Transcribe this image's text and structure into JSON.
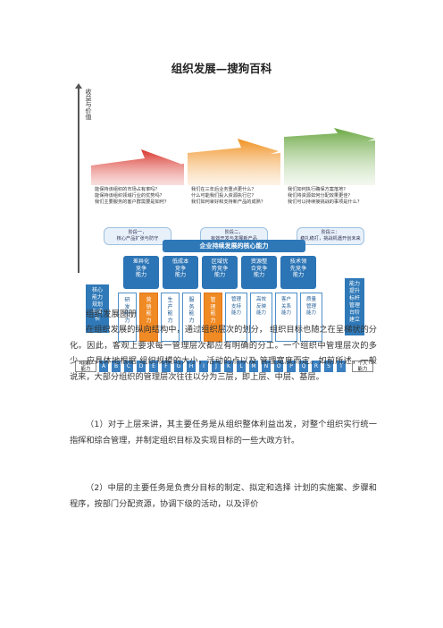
{
  "page_title": "组织发展—搜狗百科",
  "figure": {
    "y_axis_label": "收益与价值",
    "stages": [
      {
        "color": "#d9342b",
        "questions": "能保持该组织的市场占有率吗？\n能保持该组织领域行业的优势吗？\n我们主要服务的客户群需要是如何？",
        "label": "阶段一，\n核心产品扩张与防守"
      },
      {
        "color": "#f0901f",
        "questions": "我们在三年后业务重点更什么？\n什么可能我们投入资源执行它？\n我们如何拿好和支持新产品的成熟？",
        "label": "阶段二，\n有效开发与发展新产品"
      },
      {
        "color": "#6aa842",
        "questions": "我们如何执行确保方案落地？\n我们将资源如何分配效果更佳？\n我们可以持续接挑战的事项是什么？",
        "label": "阶段三：\n稳扎稳打，挑战机遇开创未来"
      }
    ],
    "core_header": "企业持续发展的核心能力",
    "pillars": [
      "差异化\n竞争\n能力",
      "低成本\n竞争\n能力",
      "区域优\n势竞争\n能力",
      "资源整\n合竞争\n能力",
      "技术领\n先竞争\n能力"
    ],
    "left_base": "核心\n能力\n规划\n与成\n长",
    "right_base": "能力\n提升\n标杆\n管理\n台阶\n建立",
    "columns": [
      {
        "text": "研\n发\n能\n力",
        "accent": false
      },
      {
        "text": "营\n销\n能\n力",
        "accent": true
      },
      {
        "text": "生\n产\n能\n力",
        "accent": false
      },
      {
        "text": "服\n务\n能\n力",
        "accent": false
      },
      {
        "text": "管\n理\n能\n力",
        "accent": true
      },
      {
        "text": "管理\n支持\n能力",
        "accent": false
      },
      {
        "text": "高效\n反映\n能力",
        "accent": false
      },
      {
        "text": "客户\n关系\n能力",
        "accent": false
      },
      {
        "text": "质量\n管理\n能力",
        "accent": false
      }
    ],
    "letters": [
      "A",
      "B",
      "C",
      "D",
      "E",
      "F",
      "G",
      "H",
      "I",
      "J",
      "K",
      "L",
      "M",
      "N",
      "O",
      "P",
      "Q",
      "R",
      "S",
      "T"
    ],
    "left_end": "组织\n能力",
    "right_end": "个人\n能力"
  },
  "caption": "组织发展图册",
  "paragraphs": [
    "在组织发展的纵向结构中，通过组织层次的划分， 组织目标也随之在呈梯状的分化。因此，客观上要求每一管理层次都应有明确的分工。一个组织中管理层次的多少，应具体地根据 组织规模的大小，活动的点以及 管理宽度而定。如前所述，一般说来，大部分组织的管理层次往往以分为三层，即上层、中层、基层。",
    "（1）对于上层来讲，其主要任务是从组织整体利益出发，对整个组织实行统一指挥和综合管理，并制定组织目标及实现目标的一些大政方针。",
    "（2）中层的主要任务是负责分目标的制定、拟定和选择 计划的实施案、步骤和程序，按部门分配资源，协调下级的活动，以及评价"
  ]
}
